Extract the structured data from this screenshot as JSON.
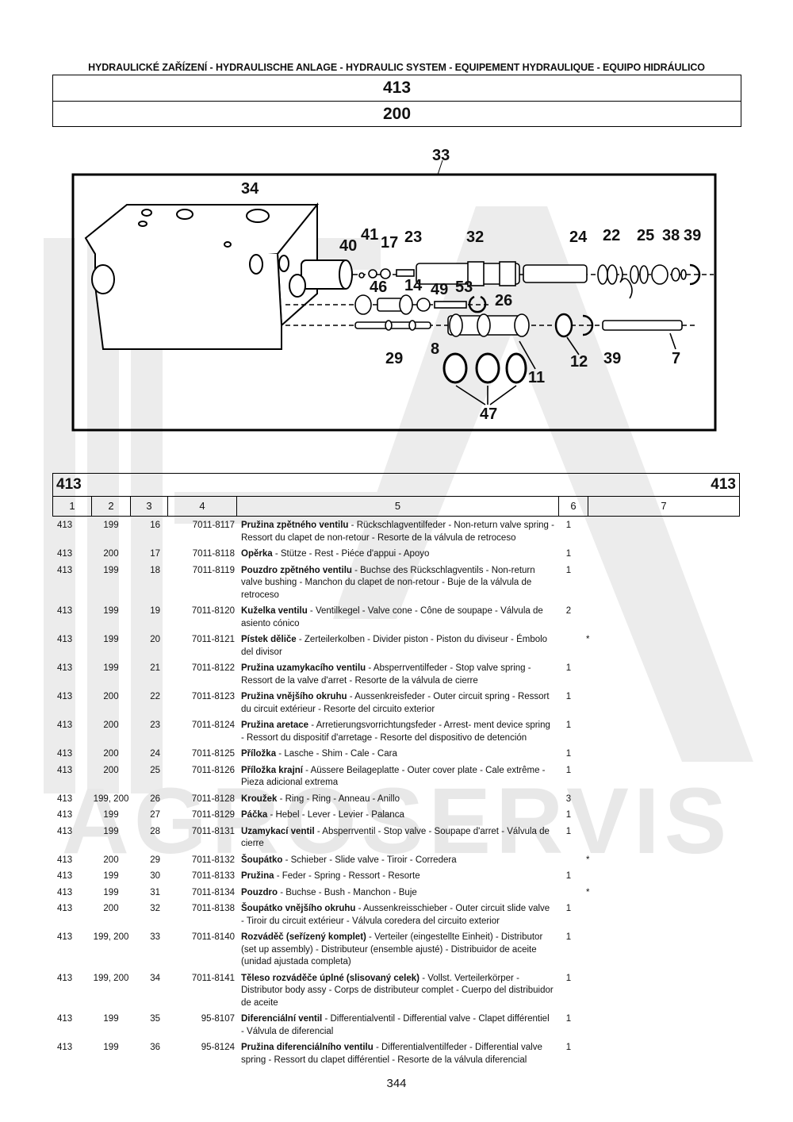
{
  "page_title": "HYDRAULICKÉ ZAŘÍZENÍ - HYDRAULISCHE ANLAGE - HYDRAULIC SYSTEM - EQUIPEMENT HYDRAULIQUE - EQUIPO HIDRÁULICO",
  "header": {
    "code1": "413",
    "code2": "200"
  },
  "watermark": "AGROSERVIS",
  "diagram": {
    "labels": [
      "33",
      "34",
      "40",
      "41",
      "17",
      "23",
      "32",
      "24",
      "22",
      "25",
      "38",
      "39",
      "46",
      "14",
      "49",
      "53",
      "26",
      "29",
      "8",
      "11",
      "12",
      "39",
      "7",
      "47"
    ]
  },
  "table": {
    "title_left": "413",
    "title_right": "413",
    "columns": [
      "1",
      "2",
      "3",
      "4",
      "5",
      "6",
      "7"
    ],
    "rows": [
      {
        "c1": "413",
        "c2": "199",
        "c3": "16",
        "c4": "7011-8117",
        "name": "Pružina zpětného ventilu",
        "desc": " - Rückschlagventilfeder - Non-return valve spring - Ressort du clapet de non-retour - Resorte de la válvula de retroceso",
        "c6": "1",
        "c7": ""
      },
      {
        "c1": "413",
        "c2": "200",
        "c3": "17",
        "c4": "7011-8118",
        "name": "Opěrka",
        "desc": " - Stütze - Rest - Piéce d'appui - Apoyo",
        "c6": "1",
        "c7": ""
      },
      {
        "c1": "413",
        "c2": "199",
        "c3": "18",
        "c4": "7011-8119",
        "name": "Pouzdro zpětného ventilu",
        "desc": " - Buchse des Rückschlagventils - Non-return valve bushing - Manchon du clapet de non-retour - Buje de la válvula de retroceso",
        "c6": "1",
        "c7": ""
      },
      {
        "c1": "413",
        "c2": "199",
        "c3": "19",
        "c4": "7011-8120",
        "name": "Kuželka ventilu",
        "desc": " - Ventilkegel - Valve cone - Cône de soupape - Válvula de asiento cónico",
        "c6": "2",
        "c7": ""
      },
      {
        "c1": "413",
        "c2": "199",
        "c3": "20",
        "c4": "7011-8121",
        "name": "Pístek děliče",
        "desc": " - Zerteilerkolben - Divider piston - Piston du diviseur - Émbolo del divisor",
        "c6": "",
        "c7": "*"
      },
      {
        "c1": "413",
        "c2": "199",
        "c3": "21",
        "c4": "7011-8122",
        "name": "Pružina uzamykacího ventilu",
        "desc": " - Absperrventilfeder - Stop valve spring - Ressort de la valve d'arret - Resorte de la válvula de cierre",
        "c6": "1",
        "c7": ""
      },
      {
        "c1": "413",
        "c2": "200",
        "c3": "22",
        "c4": "7011-8123",
        "name": "Pružina vnějšího okruhu",
        "desc": " - Aussenkreisfeder - Outer circuit spring - Ressort du circuit extérieur - Resorte del circuito exterior",
        "c6": "1",
        "c7": ""
      },
      {
        "c1": "413",
        "c2": "200",
        "c3": "23",
        "c4": "7011-8124",
        "name": "Pružina aretace",
        "desc": " - Arretierungsvorrichtungsfeder - Arrest- ment device spring - Ressort du dispositif d'arretage - Resorte del dispositivo de detención",
        "c6": "1",
        "c7": ""
      },
      {
        "c1": "413",
        "c2": "200",
        "c3": "24",
        "c4": "7011-8125",
        "name": "Příložka",
        "desc": " - Lasche - Shim - Cale - Cara",
        "c6": "1",
        "c7": ""
      },
      {
        "c1": "413",
        "c2": "200",
        "c3": "25",
        "c4": "7011-8126",
        "name": "Příložka krajní",
        "desc": " - Aüssere Beilageplatte - Outer cover plate - Cale extrême - Pieza adicional extrema",
        "c6": "1",
        "c7": ""
      },
      {
        "c1": "413",
        "c2": "199, 200",
        "c3": "26",
        "c4": "7011-8128",
        "name": "Kroužek",
        "desc": " - Ring - Ring - Anneau - Anillo",
        "c6": "3",
        "c7": ""
      },
      {
        "c1": "413",
        "c2": "199",
        "c3": "27",
        "c4": "7011-8129",
        "name": "Páčka",
        "desc": " - Hebel - Lever - Levier - Palanca",
        "c6": "1",
        "c7": ""
      },
      {
        "c1": "413",
        "c2": "199",
        "c3": "28",
        "c4": "7011-8131",
        "name": "Uzamykací ventil",
        "desc": " - Absperrventil - Stop valve - Soupape d'arret - Válvula de cierre",
        "c6": "1",
        "c7": ""
      },
      {
        "c1": "413",
        "c2": "200",
        "c3": "29",
        "c4": "7011-8132",
        "name": "Šoupátko",
        "desc": " - Schieber - Slide valve - Tiroir - Corredera",
        "c6": "",
        "c7": "*"
      },
      {
        "c1": "413",
        "c2": "199",
        "c3": "30",
        "c4": "7011-8133",
        "name": "Pružina",
        "desc": " - Feder - Spring - Ressort - Resorte",
        "c6": "1",
        "c7": ""
      },
      {
        "c1": "413",
        "c2": "199",
        "c3": "31",
        "c4": "7011-8134",
        "name": "Pouzdro",
        "desc": " - Buchse - Bush - Manchon  - Buje",
        "c6": "",
        "c7": "*"
      },
      {
        "c1": "413",
        "c2": "200",
        "c3": "32",
        "c4": "7011-8138",
        "name": "Šoupátko vnějšího okruhu",
        "desc": " - Aussenkreisschieber - Outer circuit slide valve - Tiroir du circuit extérieur - Válvula coredera del circuito exterior",
        "c6": "1",
        "c7": ""
      },
      {
        "c1": "413",
        "c2": "199, 200",
        "c3": "33",
        "c4": "7011-8140",
        "name": "Rozváděč (seřízený komplet)",
        "desc": " - Verteiler (eingestellte Einheit) - Distributor (set up assembly) - Distributeur (ensemble ajusté) - Distribuidor de aceite (unidad ajustada completa)",
        "c6": "1",
        "c7": ""
      },
      {
        "c1": "413",
        "c2": "199, 200",
        "c3": "34",
        "c4": "7011-8141",
        "name": "Těleso rozváděče úplné (slisovaný celek)",
        "desc": " - Vollst. Verteilerkörper - Distributor body assy - Corps de distributeur complet - Cuerpo del distribuidor de aceite",
        "c6": "1",
        "c7": ""
      },
      {
        "c1": "413",
        "c2": "199",
        "c3": "35",
        "c4": "95-8107",
        "name": "Diferenciální ventil",
        "desc": " - Differentialventil - Differential valve - Clapet différentiel - Válvula de diferencial",
        "c6": "1",
        "c7": ""
      },
      {
        "c1": "413",
        "c2": "199",
        "c3": "36",
        "c4": "95-8124",
        "name": "Pružina diferenciálního ventilu",
        "desc": " - Differentialventilfeder - Differential valve spring - Ressort du clapet différentiel - Resorte de la válvula diferencial",
        "c6": "1",
        "c7": ""
      }
    ]
  },
  "page_number": "344"
}
